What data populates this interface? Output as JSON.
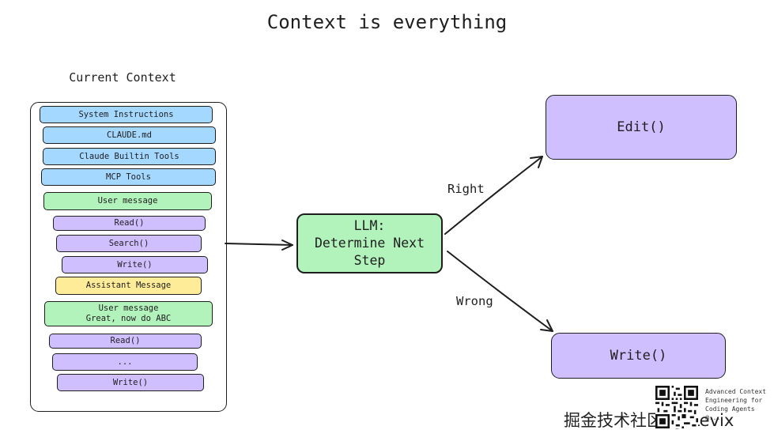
{
  "title": "Context is everything",
  "context_label": "Current Context",
  "context_items": [
    {
      "text": "System Instructions",
      "color": "blue"
    },
    {
      "text": "CLAUDE.md",
      "color": "blue"
    },
    {
      "text": "Claude Builtin Tools",
      "color": "blue"
    },
    {
      "text": "MCP Tools",
      "color": "blue"
    },
    {
      "text": "User message",
      "color": "green"
    },
    {
      "text": "Read()",
      "color": "purple"
    },
    {
      "text": "Search()",
      "color": "purple"
    },
    {
      "text": "Write()",
      "color": "purple"
    },
    {
      "text": "Assistant Message",
      "color": "yellow"
    },
    {
      "text": "User message\nGreat, now do ABC",
      "color": "green"
    },
    {
      "text": "Read()",
      "color": "purple"
    },
    {
      "text": "...",
      "color": "purple"
    },
    {
      "text": "Write()",
      "color": "purple"
    }
  ],
  "llm": {
    "line1": "LLM:",
    "line2": "Determine Next",
    "line3": "Step"
  },
  "outcomes": {
    "right_label": "Right",
    "right_target": "Edit()",
    "wrong_label": "Wrong",
    "wrong_target": "Write()"
  },
  "colors": {
    "blue": "#a5d8ff",
    "green": "#b2f2bb",
    "purple": "#d0bfff",
    "yellow": "#ffec99",
    "stroke": "#1e1e1e"
  },
  "watermark": {
    "text": "掘金技术社区 @ Levix",
    "note": "Advanced Context\nEngineering for\nCoding Agents\n@..."
  }
}
